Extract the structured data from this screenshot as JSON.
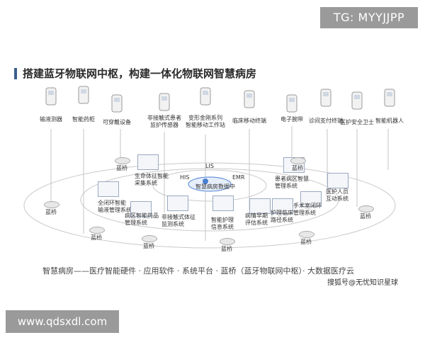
{
  "badge": "TG: MYYJJPP",
  "watermark": "www.qdsxdl.com",
  "title": "搭建蓝牙物联网中枢，构建一体化物联网智慧病房",
  "devices": [
    {
      "label": "输液测器",
      "icon": "infusion-monitor-icon"
    },
    {
      "label": "智能药柜",
      "icon": "medicine-cabinet-icon"
    },
    {
      "label": "可穿戴设备",
      "icon": "wearable-device-icon"
    },
    {
      "label": "非接触式患者\n监护传感器",
      "icon": "contactless-sensor-icon"
    },
    {
      "label": "变形金刚系列\n智能移动工作站",
      "icon": "mobile-workstation-icon"
    },
    {
      "label": "临床移动终端",
      "icon": "mobile-terminal-icon"
    },
    {
      "label": "电子腕带",
      "icon": "wristband-icon"
    },
    {
      "label": "诊间支付终端",
      "icon": "payment-terminal-icon"
    },
    {
      "label": "医护安全卫士",
      "icon": "safety-guard-icon"
    },
    {
      "label": "智能机器人",
      "icon": "robot-icon"
    }
  ],
  "systems": [
    {
      "label": "生命体征智能\n采集系统"
    },
    {
      "label": "全闭环智能\n输液管理系统"
    },
    {
      "label": "病区智能药品\n管理系统"
    },
    {
      "label": "非接触式体征\n监测系统"
    },
    {
      "label": "智能护理\n信息系统"
    },
    {
      "label": "病情早期\n评估系统"
    },
    {
      "label": "护理临床\n路径系统"
    },
    {
      "label": "手术室闭环\n管理系统"
    },
    {
      "label": "医护人员\n互动系统"
    },
    {
      "label": "患者病区智慧\n管理系统"
    }
  ],
  "core": {
    "center": "智慧病房数据中",
    "lis": "LIS",
    "his": "HIS",
    "emr": "EMR"
  },
  "bridge_label": "蓝桥",
  "caption": "智慧病房——医疗智能硬件 · 应用软件 · 系统平台 · 蓝桥（蓝牙物联网中枢）· 大数据医疗云",
  "source": "搜狐号@无忧知识星球",
  "colors": {
    "accent": "#3b5f8a",
    "badge_bg": "#9a9a9a",
    "line": "#b8b8b8",
    "cloud": "#4a7fd1"
  }
}
